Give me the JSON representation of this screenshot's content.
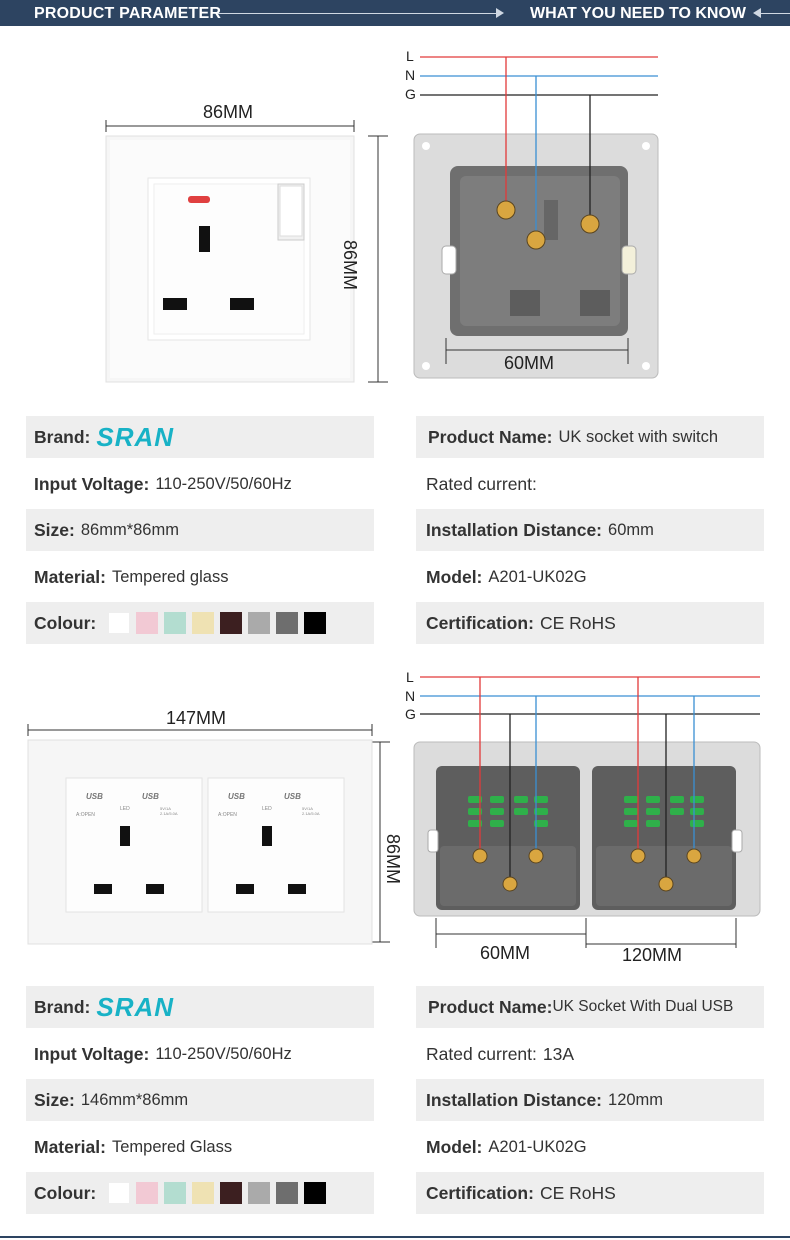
{
  "header": {
    "left_title": "PRODUCT PARAMETER",
    "right_title": "WHAT YOU NEED TO KNOW"
  },
  "product1": {
    "dim_width": "86MM",
    "dim_height": "86MM",
    "wiring_labels": [
      "L",
      "N",
      "G"
    ],
    "dim_distance": "60MM",
    "specs_left": {
      "brand_label": "Brand:",
      "brand_value": "SRAN",
      "voltage_label": "Input Voltage:",
      "voltage_value": "110-250V/50/60Hz",
      "size_label": "Size:",
      "size_value": "86mm*86mm",
      "material_label": "Material:",
      "material_value": "Tempered glass",
      "colour_label": "Colour:"
    },
    "specs_right": {
      "name_label": "Product Name:",
      "name_value": "UK socket with switch",
      "current_label": "Rated current:",
      "current_value": "",
      "install_label": "Installation Distance:",
      "install_value": "60mm",
      "model_label": "Model:",
      "model_value": "A201-UK02G",
      "cert_label": "Certification:",
      "cert_value": "CE RoHS"
    }
  },
  "product2": {
    "dim_width": "147MM",
    "dim_height": "86MM",
    "wiring_labels": [
      "L",
      "N",
      "G"
    ],
    "dim_distance_1": "60MM",
    "dim_distance_2": "120MM",
    "usb_labels": {
      "usb_a": "USB",
      "usb_b": "USB",
      "led": "LED",
      "left_small": "A:OPEN",
      "right_small": "5V/1A 2.1A/5.0A"
    },
    "specs_left": {
      "brand_label": "Brand:",
      "brand_value": "SRAN",
      "voltage_label": "Input Voltage:",
      "voltage_value": "110-250V/50/60Hz",
      "size_label": "Size:",
      "size_value": "146mm*86mm",
      "material_label": "Material:",
      "material_value": "Tempered Glass",
      "colour_label": "Colour:"
    },
    "specs_right": {
      "name_label": "Product Name:",
      "name_value": "UK Socket With Dual USB",
      "current_label": "Rated current:",
      "current_value": "13A",
      "install_label": "Installation Distance:",
      "install_value": "120mm",
      "model_label": "Model:",
      "model_value": "A201-UK02G",
      "cert_label": "Certification:",
      "cert_value": "CE RoHS"
    }
  },
  "colours": [
    "#ffffff",
    "#f2c9d4",
    "#b3ddd0",
    "#efe2b3",
    "#3c1f20",
    "#aaaaaa",
    "#6e6e6e",
    "#000000"
  ],
  "wire_colours": {
    "L": "#e23a3a",
    "N": "#3a8fd3",
    "G": "#222222"
  },
  "brand_colour": "#18b2c6",
  "header_colour": "#2d4461"
}
